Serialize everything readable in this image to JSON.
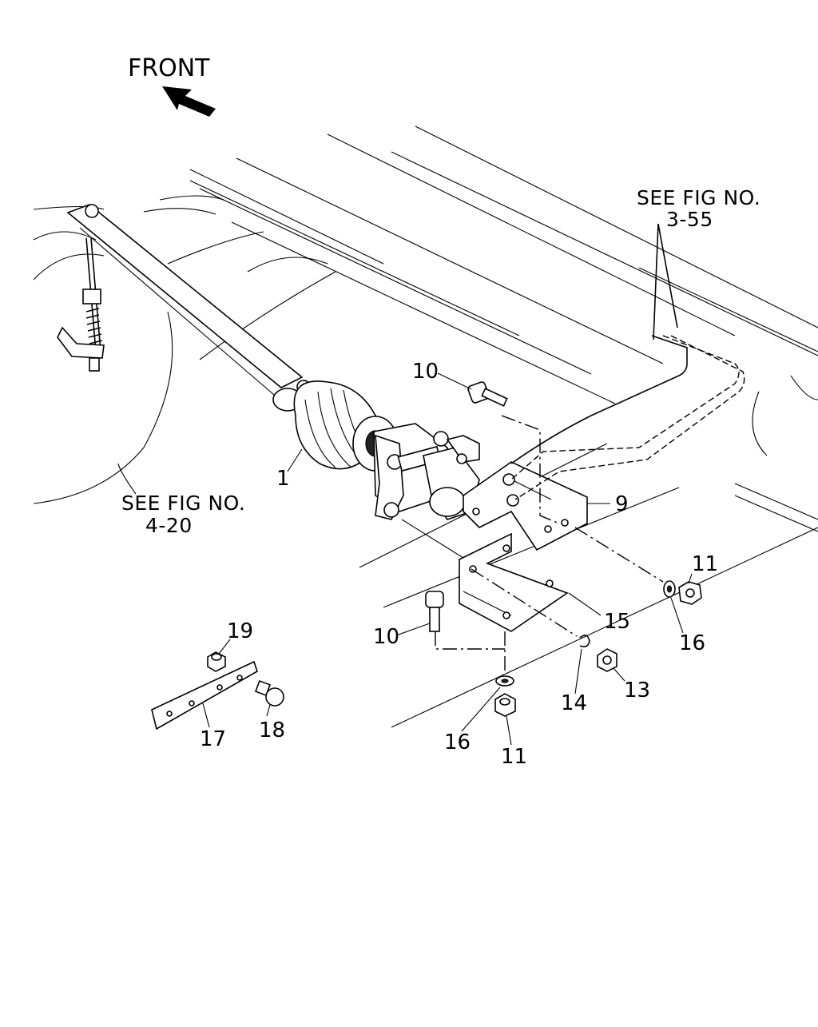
{
  "orientation": {
    "label": "FRONT",
    "arrow_icon": "front-arrow-icon"
  },
  "references": [
    {
      "line1": "SEE FIG NO.",
      "line2": "3-55"
    },
    {
      "line1": "SEE FIG NO.",
      "line2": "4-20"
    }
  ],
  "callouts": {
    "p1": "1",
    "p9": "9",
    "p10a": "10",
    "p10b": "10",
    "p11a": "11",
    "p11b": "11",
    "p13": "13",
    "p14": "14",
    "p15": "15",
    "p16a": "16",
    "p16b": "16",
    "p17": "17",
    "p18": "18",
    "p19": "19"
  }
}
